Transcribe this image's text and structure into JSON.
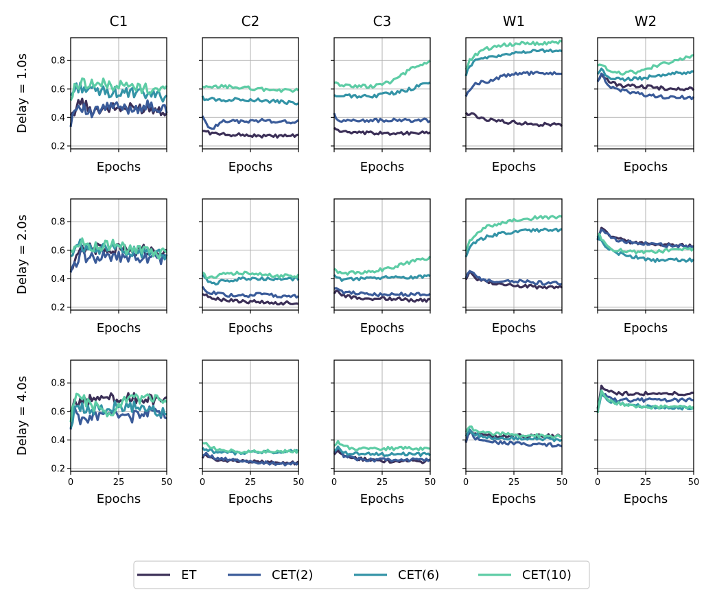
{
  "figure": {
    "x_axis_label": "Epochs",
    "row_labels": [
      "Delay = 1.0s",
      "Delay = 2.0s",
      "Delay = 4.0s"
    ],
    "column_titles": [
      "C1",
      "C2",
      "C3",
      "W1",
      "W2"
    ]
  },
  "legend": {
    "placement": "bottom-center",
    "entries": [
      {
        "name": "ET",
        "color": "#3b2f57"
      },
      {
        "name": "CET(2)",
        "color": "#3a5b99"
      },
      {
        "name": "CET(6)",
        "color": "#3393a6"
      },
      {
        "name": "CET(10)",
        "color": "#5dcca5"
      }
    ]
  },
  "chart_data": {
    "type": "line",
    "layout": "grid 3 rows x 5 columns, shared axes",
    "xlabel": "Epochs",
    "xlim": [
      0,
      50
    ],
    "xticks": [
      0,
      25,
      50
    ],
    "ylim": [
      0.18,
      0.96
    ],
    "yticks": [
      0.2,
      0.4,
      0.6,
      0.8
    ],
    "grid": true,
    "series_names": [
      "ET",
      "CET(2)",
      "CET(6)",
      "CET(10)"
    ],
    "x_keypoints": [
      0,
      2,
      5,
      10,
      20,
      30,
      40,
      50
    ],
    "panels": [
      {
        "row": "Delay = 1.0s",
        "col": "C1",
        "series": [
          {
            "name": "ET",
            "values": [
              0.38,
              0.45,
              0.52,
              0.45,
              0.47,
              0.46,
              0.47,
              0.45
            ]
          },
          {
            "name": "CET(2)",
            "values": [
              0.37,
              0.46,
              0.49,
              0.42,
              0.48,
              0.46,
              0.48,
              0.45
            ]
          },
          {
            "name": "CET(6)",
            "values": [
              0.55,
              0.6,
              0.62,
              0.59,
              0.58,
              0.57,
              0.56,
              0.55
            ]
          },
          {
            "name": "CET(10)",
            "values": [
              0.53,
              0.6,
              0.65,
              0.64,
              0.63,
              0.62,
              0.6,
              0.6
            ]
          }
        ]
      },
      {
        "row": "Delay = 1.0s",
        "col": "C2",
        "series": [
          {
            "name": "ET",
            "values": [
              0.31,
              0.3,
              0.29,
              0.28,
              0.28,
              0.27,
              0.27,
              0.27
            ]
          },
          {
            "name": "CET(2)",
            "values": [
              0.41,
              0.36,
              0.31,
              0.38,
              0.37,
              0.38,
              0.37,
              0.37
            ]
          },
          {
            "name": "CET(6)",
            "values": [
              0.54,
              0.53,
              0.53,
              0.52,
              0.53,
              0.52,
              0.51,
              0.5
            ]
          },
          {
            "name": "CET(10)",
            "values": [
              0.61,
              0.61,
              0.61,
              0.62,
              0.61,
              0.6,
              0.59,
              0.59
            ]
          }
        ]
      },
      {
        "row": "Delay = 1.0s",
        "col": "C3",
        "series": [
          {
            "name": "ET",
            "values": [
              0.33,
              0.31,
              0.3,
              0.29,
              0.29,
              0.29,
              0.29,
              0.29
            ]
          },
          {
            "name": "CET(2)",
            "values": [
              0.42,
              0.37,
              0.38,
              0.38,
              0.38,
              0.38,
              0.38,
              0.38
            ]
          },
          {
            "name": "CET(6)",
            "values": [
              0.56,
              0.55,
              0.55,
              0.55,
              0.55,
              0.57,
              0.6,
              0.65
            ]
          },
          {
            "name": "CET(10)",
            "values": [
              0.64,
              0.63,
              0.63,
              0.62,
              0.62,
              0.65,
              0.74,
              0.79
            ]
          }
        ]
      },
      {
        "row": "Delay = 1.0s",
        "col": "W1",
        "series": [
          {
            "name": "ET",
            "values": [
              0.43,
              0.43,
              0.41,
              0.39,
              0.37,
              0.36,
              0.35,
              0.35
            ]
          },
          {
            "name": "CET(2)",
            "values": [
              0.55,
              0.6,
              0.64,
              0.65,
              0.69,
              0.71,
              0.71,
              0.71
            ]
          },
          {
            "name": "CET(6)",
            "values": [
              0.7,
              0.76,
              0.8,
              0.82,
              0.84,
              0.86,
              0.87,
              0.87
            ]
          },
          {
            "name": "CET(10)",
            "values": [
              0.74,
              0.8,
              0.84,
              0.88,
              0.91,
              0.92,
              0.92,
              0.93
            ]
          }
        ]
      },
      {
        "row": "Delay = 1.0s",
        "col": "W2",
        "series": [
          {
            "name": "ET",
            "values": [
              0.66,
              0.7,
              0.66,
              0.63,
              0.62,
              0.61,
              0.6,
              0.6
            ]
          },
          {
            "name": "CET(2)",
            "values": [
              0.64,
              0.72,
              0.63,
              0.6,
              0.57,
              0.55,
              0.54,
              0.54
            ]
          },
          {
            "name": "CET(6)",
            "values": [
              0.7,
              0.74,
              0.68,
              0.67,
              0.67,
              0.69,
              0.71,
              0.72
            ]
          },
          {
            "name": "CET(10)",
            "values": [
              0.77,
              0.78,
              0.73,
              0.71,
              0.72,
              0.76,
              0.8,
              0.83
            ]
          }
        ]
      },
      {
        "row": "Delay = 2.0s",
        "col": "C1",
        "series": [
          {
            "name": "ET",
            "values": [
              0.42,
              0.5,
              0.59,
              0.61,
              0.62,
              0.6,
              0.6,
              0.61
            ]
          },
          {
            "name": "CET(2)",
            "values": [
              0.41,
              0.49,
              0.56,
              0.55,
              0.55,
              0.55,
              0.55,
              0.53
            ]
          },
          {
            "name": "CET(6)",
            "values": [
              0.56,
              0.61,
              0.64,
              0.6,
              0.62,
              0.6,
              0.58,
              0.57
            ]
          },
          {
            "name": "CET(10)",
            "values": [
              0.58,
              0.63,
              0.66,
              0.61,
              0.64,
              0.61,
              0.58,
              0.58
            ]
          }
        ]
      },
      {
        "row": "Delay = 2.0s",
        "col": "C2",
        "series": [
          {
            "name": "ET",
            "values": [
              0.3,
              0.29,
              0.27,
              0.25,
              0.24,
              0.24,
              0.23,
              0.23
            ]
          },
          {
            "name": "CET(2)",
            "values": [
              0.34,
              0.31,
              0.3,
              0.29,
              0.28,
              0.29,
              0.28,
              0.28
            ]
          },
          {
            "name": "CET(6)",
            "values": [
              0.42,
              0.39,
              0.36,
              0.38,
              0.4,
              0.4,
              0.4,
              0.4
            ]
          },
          {
            "name": "CET(10)",
            "values": [
              0.45,
              0.41,
              0.41,
              0.43,
              0.44,
              0.43,
              0.42,
              0.42
            ]
          }
        ]
      },
      {
        "row": "Delay = 2.0s",
        "col": "C3",
        "series": [
          {
            "name": "ET",
            "values": [
              0.3,
              0.31,
              0.28,
              0.27,
              0.26,
              0.26,
              0.25,
              0.25
            ]
          },
          {
            "name": "CET(2)",
            "values": [
              0.34,
              0.33,
              0.3,
              0.3,
              0.29,
              0.29,
              0.29,
              0.29
            ]
          },
          {
            "name": "CET(6)",
            "values": [
              0.42,
              0.41,
              0.39,
              0.4,
              0.4,
              0.41,
              0.41,
              0.42
            ]
          },
          {
            "name": "CET(10)",
            "values": [
              0.47,
              0.45,
              0.44,
              0.44,
              0.45,
              0.48,
              0.52,
              0.55
            ]
          }
        ]
      },
      {
        "row": "Delay = 2.0s",
        "col": "W1",
        "series": [
          {
            "name": "ET",
            "values": [
              0.4,
              0.45,
              0.4,
              0.38,
              0.36,
              0.35,
              0.34,
              0.34
            ]
          },
          {
            "name": "CET(2)",
            "values": [
              0.41,
              0.46,
              0.42,
              0.39,
              0.38,
              0.38,
              0.37,
              0.37
            ]
          },
          {
            "name": "CET(6)",
            "values": [
              0.56,
              0.61,
              0.66,
              0.69,
              0.72,
              0.74,
              0.74,
              0.74
            ]
          },
          {
            "name": "CET(10)",
            "values": [
              0.6,
              0.66,
              0.71,
              0.76,
              0.8,
              0.82,
              0.83,
              0.83
            ]
          }
        ]
      },
      {
        "row": "Delay = 2.0s",
        "col": "W2",
        "series": [
          {
            "name": "ET",
            "values": [
              0.69,
              0.75,
              0.72,
              0.68,
              0.65,
              0.64,
              0.64,
              0.63
            ]
          },
          {
            "name": "CET(2)",
            "values": [
              0.68,
              0.74,
              0.71,
              0.67,
              0.65,
              0.64,
              0.63,
              0.63
            ]
          },
          {
            "name": "CET(6)",
            "values": [
              0.7,
              0.67,
              0.61,
              0.58,
              0.55,
              0.53,
              0.53,
              0.53
            ]
          },
          {
            "name": "CET(10)",
            "values": [
              0.72,
              0.68,
              0.62,
              0.6,
              0.59,
              0.59,
              0.6,
              0.61
            ]
          }
        ]
      },
      {
        "row": "Delay = 4.0s",
        "col": "C1",
        "series": [
          {
            "name": "ET",
            "values": [
              0.6,
              0.67,
              0.66,
              0.68,
              0.69,
              0.7,
              0.68,
              0.67
            ]
          },
          {
            "name": "CET(2)",
            "values": [
              0.5,
              0.61,
              0.55,
              0.56,
              0.58,
              0.55,
              0.6,
              0.59
            ]
          },
          {
            "name": "CET(6)",
            "values": [
              0.52,
              0.6,
              0.63,
              0.61,
              0.63,
              0.64,
              0.62,
              0.59
            ]
          },
          {
            "name": "CET(10)",
            "values": [
              0.55,
              0.68,
              0.71,
              0.65,
              0.59,
              0.69,
              0.69,
              0.69
            ]
          }
        ]
      },
      {
        "row": "Delay = 4.0s",
        "col": "C2",
        "series": [
          {
            "name": "ET",
            "values": [
              0.28,
              0.29,
              0.27,
              0.26,
              0.25,
              0.25,
              0.24,
              0.24
            ]
          },
          {
            "name": "CET(2)",
            "values": [
              0.3,
              0.3,
              0.28,
              0.27,
              0.26,
              0.24,
              0.23,
              0.23
            ]
          },
          {
            "name": "CET(6)",
            "values": [
              0.34,
              0.34,
              0.32,
              0.31,
              0.31,
              0.31,
              0.32,
              0.32
            ]
          },
          {
            "name": "CET(10)",
            "values": [
              0.38,
              0.37,
              0.35,
              0.33,
              0.32,
              0.32,
              0.32,
              0.32
            ]
          }
        ]
      },
      {
        "row": "Delay = 4.0s",
        "col": "C3",
        "series": [
          {
            "name": "ET",
            "values": [
              0.3,
              0.32,
              0.28,
              0.27,
              0.26,
              0.25,
              0.25,
              0.25
            ]
          },
          {
            "name": "CET(2)",
            "values": [
              0.31,
              0.34,
              0.29,
              0.27,
              0.26,
              0.26,
              0.26,
              0.26
            ]
          },
          {
            "name": "CET(6)",
            "values": [
              0.33,
              0.35,
              0.31,
              0.3,
              0.3,
              0.3,
              0.3,
              0.3
            ]
          },
          {
            "name": "CET(10)",
            "values": [
              0.36,
              0.38,
              0.35,
              0.34,
              0.34,
              0.34,
              0.34,
              0.34
            ]
          }
        ]
      },
      {
        "row": "Delay = 4.0s",
        "col": "W1",
        "series": [
          {
            "name": "ET",
            "values": [
              0.38,
              0.46,
              0.44,
              0.43,
              0.43,
              0.43,
              0.43,
              0.43
            ]
          },
          {
            "name": "CET(2)",
            "values": [
              0.38,
              0.47,
              0.41,
              0.39,
              0.38,
              0.37,
              0.37,
              0.36
            ]
          },
          {
            "name": "CET(6)",
            "values": [
              0.42,
              0.47,
              0.44,
              0.42,
              0.41,
              0.41,
              0.41,
              0.4
            ]
          },
          {
            "name": "CET(10)",
            "values": [
              0.45,
              0.49,
              0.47,
              0.45,
              0.44,
              0.43,
              0.43,
              0.42
            ]
          }
        ]
      },
      {
        "row": "Delay = 4.0s",
        "col": "W2",
        "series": [
          {
            "name": "ET",
            "values": [
              0.62,
              0.77,
              0.74,
              0.73,
              0.72,
              0.73,
              0.73,
              0.72
            ]
          },
          {
            "name": "CET(2)",
            "values": [
              0.6,
              0.74,
              0.7,
              0.68,
              0.68,
              0.68,
              0.68,
              0.68
            ]
          },
          {
            "name": "CET(6)",
            "values": [
              0.6,
              0.73,
              0.68,
              0.66,
              0.64,
              0.63,
              0.63,
              0.62
            ]
          },
          {
            "name": "CET(10)",
            "values": [
              0.6,
              0.75,
              0.69,
              0.66,
              0.64,
              0.63,
              0.63,
              0.63
            ]
          }
        ]
      }
    ]
  }
}
